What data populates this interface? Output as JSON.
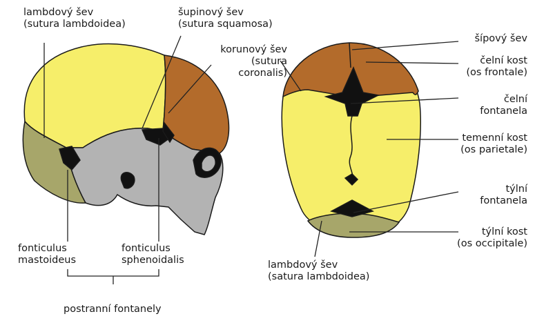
{
  "colors": {
    "frontal": "#b36b2b",
    "parietal": "#f6ee6a",
    "occipital": "#a7a66a",
    "sphenoid_face": "#b3b3b3",
    "fontanelle": "#111111",
    "line": "#222222"
  },
  "left_skull": {
    "lambdoid_label": {
      "line1": "lambdový šev",
      "line2": "(sutura lambdoidea)"
    },
    "squamosal_label": {
      "line1": "šupinový šev",
      "line2": "(sutura squamosa)"
    },
    "coronal_label": {
      "line1": "korunový šev",
      "line2": "(sutura",
      "line3": "coronalis)"
    },
    "mastoid_label": {
      "line1": "fonticulus",
      "line2": "mastoideus"
    },
    "sphenoid_label": {
      "line1": "fonticulus",
      "line2": "sphenoidalis"
    },
    "lateral_group_label": "postranní fontanely"
  },
  "right_skull": {
    "sagittal_label": "šípový šev",
    "frontal_bone_label": {
      "line1": "čelní kost",
      "line2": "(os frontale)"
    },
    "frontal_fontanelle_label": {
      "line1": "čelní",
      "line2": "fontanela"
    },
    "parietal_bone_label": {
      "line1": "temenní kost",
      "line2": "(os parietale)"
    },
    "occipital_fontanelle_label": {
      "line1": "týlní",
      "line2": "fontanela"
    },
    "occipital_bone_label": {
      "line1": "týlní kost",
      "line2": "(os occipitale)"
    },
    "lambdoid_label": {
      "line1": "lambdový šev",
      "line2": "(satura lambdoidea)"
    }
  }
}
